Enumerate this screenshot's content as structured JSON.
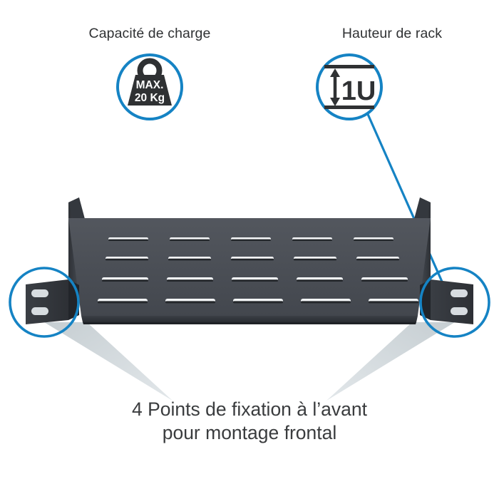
{
  "page": {
    "background_color": "#ffffff",
    "accent_blue": "#1583c4",
    "metal_dark": "#3c4047",
    "metal_mid": "#4a4e55",
    "metal_light": "#5a5f66",
    "cone_gray": "#ced5d8",
    "text_color": "#2f3133"
  },
  "callouts": [
    {
      "id": "load-capacity",
      "heading": "Capacité de charge",
      "icon_name": "weight-kettlebell-icon",
      "badge_line_1": "MAX.",
      "badge_line_2": "20 Kg",
      "value": 20,
      "unit": "Kg",
      "qualifier": "MAX."
    },
    {
      "id": "rack-height",
      "heading": "Hauteur de rack",
      "icon_name": "rack-unit-height-icon",
      "badge_text": "1U",
      "value": 1,
      "unit": "U"
    }
  ],
  "caption": {
    "line1": "4 Points de fixation à l’avant",
    "line2": "pour montage frontal",
    "mount_point_count": 4
  },
  "product": {
    "name": "rack-shelf",
    "vent_slot_columns": 5,
    "vent_slot_rows": 4,
    "bracket_holes_per_side": 2,
    "bracket_sides": 2
  }
}
